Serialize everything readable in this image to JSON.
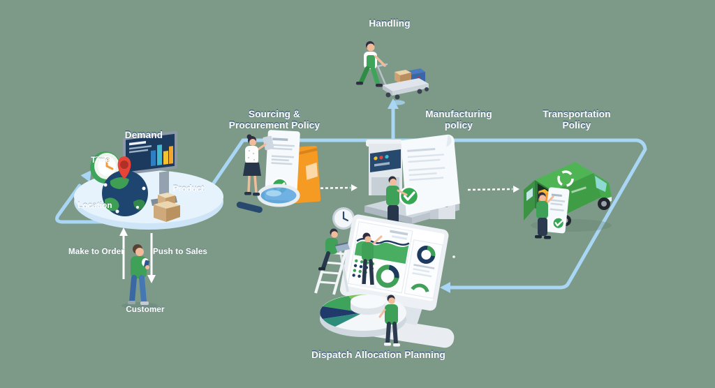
{
  "background_color": "#7d9a89",
  "colors": {
    "flow_line": "#a8d6f4",
    "dashed_arrow": "#ffffff",
    "label_text": "#ffffff",
    "label_shadow": "#3a5d85",
    "accent_green": "#3fa45b",
    "accent_navy": "#1e3a6b",
    "accent_orange": "#f59b23",
    "van_green": "#46a94c",
    "platform_blue": "#e6f3fd"
  },
  "nodes": {
    "handling": {
      "label": "Handling"
    },
    "demand": {
      "label": "Demand",
      "factors": {
        "time": "Time",
        "product": "Product",
        "location": "Location"
      }
    },
    "customer": {
      "label": "Customer",
      "make_to_order": "Make to Order",
      "push_to_sales": "Push to Sales"
    },
    "sourcing": {
      "label": "Sourcing &\nProcurement Policy"
    },
    "manufacturing": {
      "label": "Manufacturing\npolicy"
    },
    "transportation": {
      "label": "Transportation\nPolicy"
    },
    "dispatch": {
      "label": "Dispatch Allocation Planning"
    }
  }
}
